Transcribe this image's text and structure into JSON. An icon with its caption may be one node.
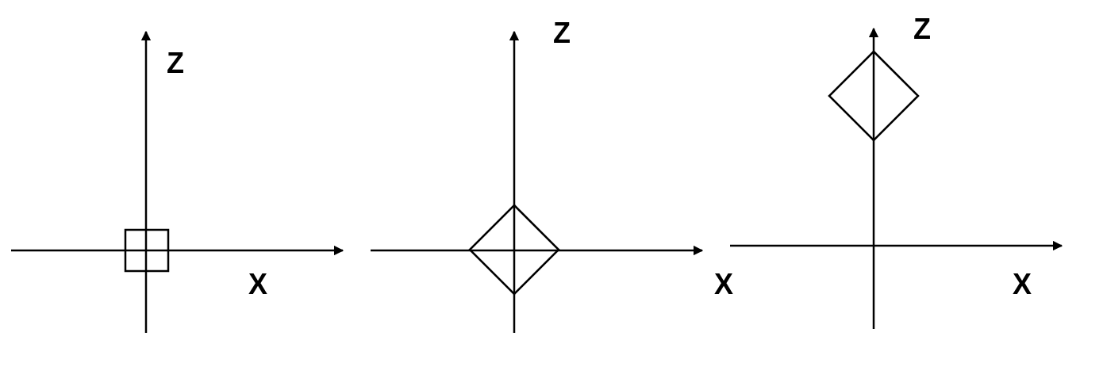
{
  "diagram": {
    "nodes": [
      {
        "text": [],
        "shape": "box"
      },
      {
        "text": [],
        "shape": "diamond"
      },
      {
        "text": [],
        "shape": "diamond"
      }
    ],
    "labels": [
      "Z",
      "X",
      "Z",
      "X",
      "Z",
      "X"
    ]
  }
}
